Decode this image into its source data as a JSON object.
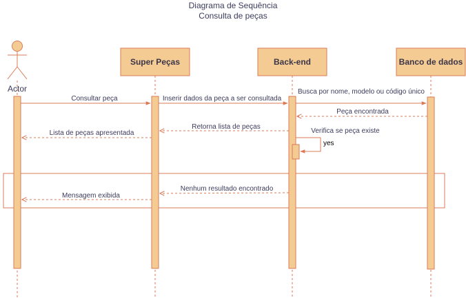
{
  "title": {
    "line1": "Diagrama de Sequência",
    "line2": "Consulta de peças"
  },
  "colors": {
    "fill": "#F5CB94",
    "stroke": "#D97B55",
    "text": "#3B3B5C",
    "box_text": "#3A3548"
  },
  "participants": {
    "actor": "Actor",
    "super_pecas": "Super Peças",
    "backend": "Back-end",
    "banco": "Banco de dados"
  },
  "messages": {
    "m1": "Consultar peça",
    "m2": "Inserir dados da peça a ser consultada",
    "m3": "Busca por nome, modelo ou código único",
    "m4": "Peça encontrada",
    "m5": "Retorna lista de peças",
    "m6": "Lista de peças apresentada",
    "m7": "Verifica se peça existe",
    "m7_note": "yes",
    "m8": "Nenhum resultado encontrado",
    "m9": "Mensagem exibida"
  }
}
